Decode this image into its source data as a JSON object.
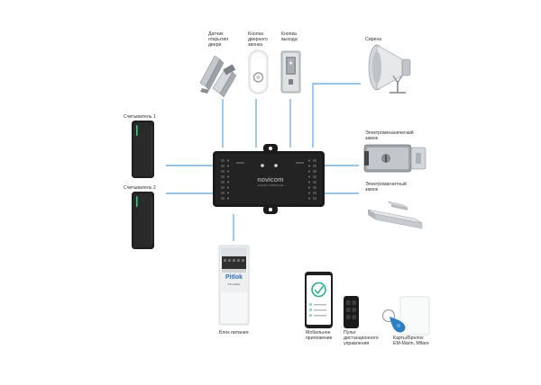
{
  "colors": {
    "connector": "#2e8bd0",
    "controller": "#1b1b1b",
    "reader": "#222222",
    "reader_led": "#2fd17a",
    "metal": "#b8bcc0",
    "brand_text": "#cfd3d6"
  },
  "labels": {
    "door_sensor": "Датчик\nоткрытия\nдвери",
    "doorbell_button": "Кнопка\nдверного\nзвонка",
    "exit_button": "Кнопка\nвыхода",
    "siren": "Сирена",
    "reader1": "Считыватель 1",
    "reader2": "Считыватель 2",
    "electromech_lock": "Электромеханический\nзамок",
    "electromag_lock": "Электромагнитный\nзамок",
    "power_supply": "Блок питания",
    "mobile_app": "Мобильное\nприложение",
    "remote": "Пульт\nдистанционного\nуправления",
    "cards": "Карты/Брелок\nEM-Marin, Mifare"
  },
  "controller": {
    "brand": "novicom",
    "subtitle": "ACCESS CONTROLLER"
  },
  "power_brand": {
    "name": "Pitlok",
    "model": "PS-1220A"
  },
  "icons": {
    "door_sensor": "magnetic-contact-icon",
    "doorbell_button": "doorbell-icon",
    "exit_button": "exit-button-icon",
    "siren": "horn-siren-icon",
    "reader": "card-reader-icon",
    "controller": "access-controller-icon",
    "electromech_lock": "electromechanical-lock-icon",
    "electromag_lock": "electromagnetic-lock-icon",
    "power_supply": "power-supply-icon",
    "mobile_app": "smartphone-icon",
    "remote": "remote-control-icon",
    "cards": "rfid-card-fob-icon"
  }
}
